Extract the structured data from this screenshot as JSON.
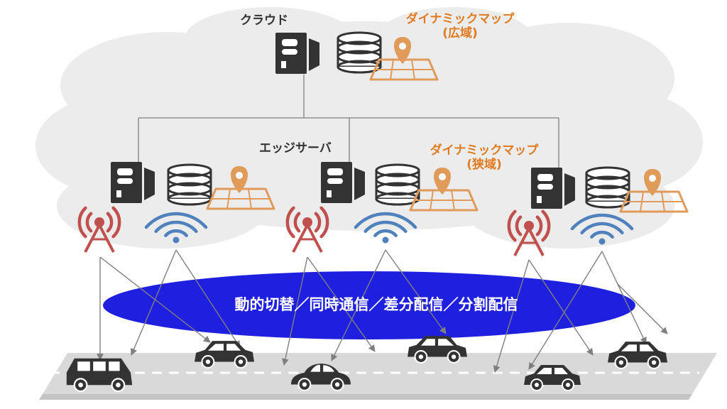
{
  "cloud": {
    "label": "クラウド",
    "map_label_line1": "ダイナミックマップ",
    "map_label_line2": "(広域)"
  },
  "edge": {
    "label": "エッジサーバ",
    "map_label_line1": "ダイナミックマップ",
    "map_label_line2": "(狭域)"
  },
  "ellipse_label": "動的切替／同時通信／差分配信／分割配信",
  "colors": {
    "server": "#333333",
    "map_icon": "#e09a5a",
    "antenna": "#c0504d",
    "wifi": "#4f81bd",
    "ellipse": "#1f1fe0",
    "road": "#d9d9d9",
    "car": "#333333",
    "arrow": "#7f7f7f"
  }
}
